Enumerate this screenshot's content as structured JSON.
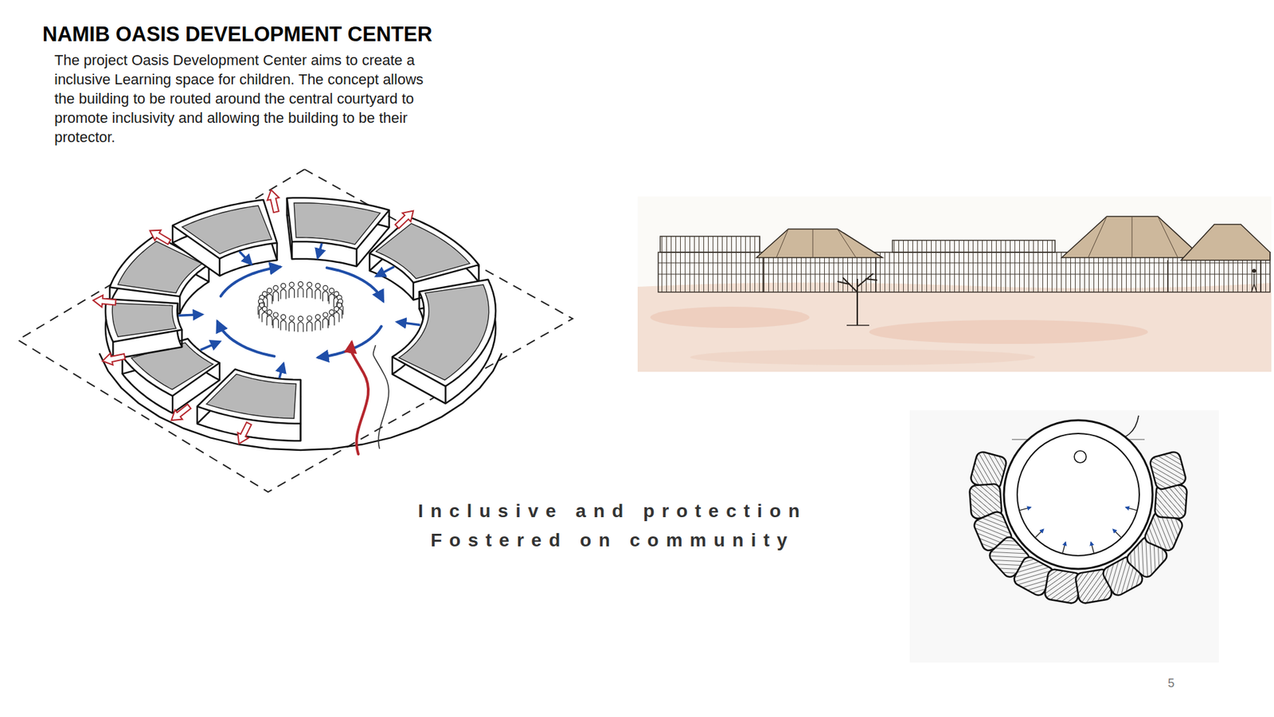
{
  "diagram": {
    "title": "NAMIB OASIS DEVELOPMENT CENTER",
    "labels": [
      "The project Oasis Development Center aims to create a inclusive Learning space for children. The concept allows the building to be routed around the central courtyard to promote inclusivity and allowing the building to be their protector.",
      "Inclusive and protection",
      "Fostered on community",
      "5"
    ]
  }
}
